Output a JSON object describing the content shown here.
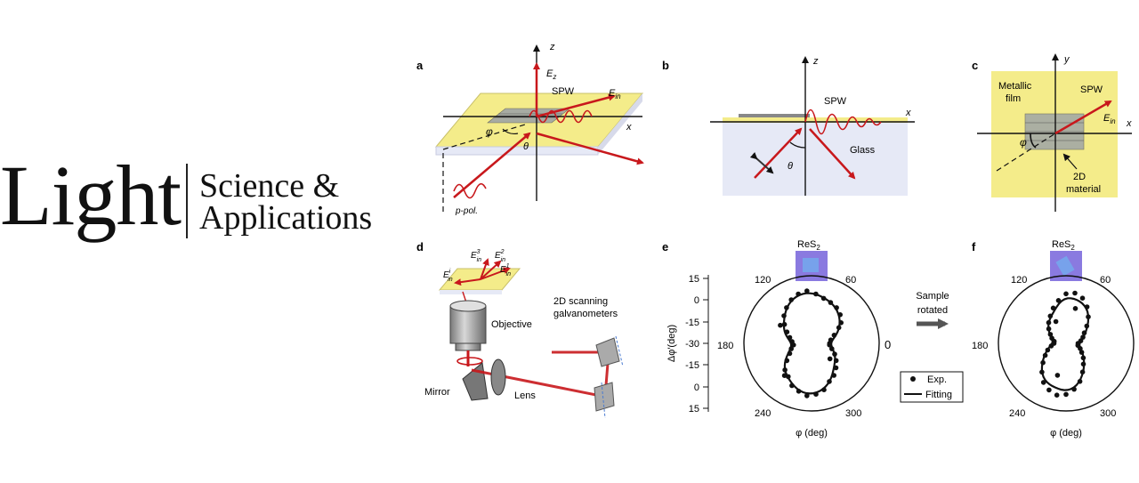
{
  "logo": {
    "word": "Light",
    "line1": "Science &",
    "line2": "Applications"
  },
  "figure": {
    "panel_labels": {
      "a": "a",
      "b": "b",
      "c": "c",
      "d": "d",
      "e": "e",
      "f": "f"
    },
    "panel_a": {
      "z": "z",
      "x": "x",
      "ez": "E",
      "ez_sub": "z",
      "spw": "SPW",
      "ein": "E",
      "ein_sub": "in",
      "phi": "φ",
      "theta": "θ",
      "ppol": "p-pol."
    },
    "panel_b": {
      "z": "z",
      "x": "x",
      "spw": "SPW",
      "glass": "Glass",
      "theta": "θ"
    },
    "panel_c": {
      "y": "y",
      "x": "x",
      "metallic1": "Metallic",
      "metallic2": "film",
      "spw": "SPW",
      "ein": "E",
      "ein_sub": "in",
      "phi": "φ",
      "mat1": "2D",
      "mat2": "material"
    },
    "panel_d": {
      "e3": "E",
      "e3_sub": "in",
      "e3_sup": "3",
      "e2": "E",
      "e2_sub": "in",
      "e2_sup": "2",
      "ei": "E",
      "ei_sub": "in",
      "ei_sup": "i",
      "e1": "E",
      "e1_sub": "in",
      "e1_sup": "1",
      "objective": "Objective",
      "galv1": "2D scanning",
      "galv2": "galvanometers",
      "mirror": "Mirror",
      "lens": "Lens"
    },
    "panel_e": {
      "sample": "ReS",
      "sample_sub": "2",
      "ylabel": "Δφ′(deg)",
      "yticks": [
        "15",
        "0",
        "-15",
        "-30",
        "-15",
        "0",
        "15"
      ],
      "angle_labels": {
        "a120": "120",
        "a60": "60",
        "a180": "180",
        "a0": "0",
        "a240": "240",
        "a300": "300"
      },
      "xlabel": "φ (deg)"
    },
    "arrow": {
      "line1": "Sample",
      "line2": "rotated"
    },
    "legend": {
      "exp": "Exp.",
      "fit": "Fitting"
    },
    "panel_f": {
      "sample": "ReS",
      "sample_sub": "2",
      "angle_labels": {
        "a120": "120",
        "a60": "60",
        "a180": "180",
        "a240": "240",
        "a300": "300"
      },
      "xlabel": "φ (deg)"
    }
  },
  "colors": {
    "gold": "#f4ec8a",
    "red": "#c8181c",
    "glass": "#e6e9f6",
    "dark": "#111111"
  },
  "chart_data": [
    {
      "type": "scatter",
      "subtype": "polar",
      "panel": "e",
      "ylabel": "Δφ′(deg)",
      "xlabel": "φ (deg)",
      "radial_ticks": [
        "15",
        "0",
        "-15",
        "-30"
      ],
      "radial_range": [
        -30,
        15
      ],
      "angular_ticks": [
        0,
        60,
        120,
        180,
        240,
        300
      ],
      "series": [
        {
          "name": "Exp.",
          "marker": "dot",
          "points": [
            [
              0,
              -18
            ],
            [
              10,
              -17
            ],
            [
              20,
              -14
            ],
            [
              30,
              -9
            ],
            [
              35,
              -6
            ],
            [
              45,
              -3
            ],
            [
              55,
              -1
            ],
            [
              65,
              0
            ],
            [
              75,
              1
            ],
            [
              85,
              3
            ],
            [
              95,
              5
            ],
            [
              105,
              4
            ],
            [
              115,
              2
            ],
            [
              125,
              -1
            ],
            [
              135,
              -4
            ],
            [
              145,
              -8
            ],
            [
              155,
              -12
            ],
            [
              165,
              -15
            ],
            [
              175,
              -17
            ],
            [
              185,
              -18
            ],
            [
              195,
              -16
            ],
            [
              205,
              -14
            ],
            [
              215,
              -10
            ],
            [
              225,
              -5
            ],
            [
              235,
              -3
            ],
            [
              245,
              1
            ],
            [
              255,
              3
            ],
            [
              265,
              5
            ],
            [
              275,
              4
            ],
            [
              285,
              2
            ],
            [
              295,
              -2
            ],
            [
              305,
              -4
            ],
            [
              315,
              -7
            ],
            [
              325,
              -10
            ],
            [
              335,
              -13
            ],
            [
              345,
              -16
            ],
            [
              355,
              -18
            ],
            [
              150,
              -6
            ],
            [
              230,
              -2
            ],
            [
              320,
              -14
            ]
          ]
        },
        {
          "name": "Fitting",
          "marker": "line"
        }
      ]
    },
    {
      "type": "scatter",
      "subtype": "polar",
      "panel": "f",
      "xlabel": "φ (deg)",
      "radial_range": [
        -30,
        15
      ],
      "angular_ticks": [
        60,
        120,
        180,
        240,
        300
      ],
      "series": [
        {
          "name": "Exp.",
          "marker": "dot",
          "points": [
            [
              0,
              -22
            ],
            [
              10,
              -20
            ],
            [
              20,
              -18
            ],
            [
              30,
              -16
            ],
            [
              40,
              -12
            ],
            [
              50,
              -7
            ],
            [
              60,
              -2
            ],
            [
              70,
              2
            ],
            [
              80,
              4
            ],
            [
              90,
              3
            ],
            [
              100,
              -1
            ],
            [
              110,
              -5
            ],
            [
              120,
              -9
            ],
            [
              130,
              -12
            ],
            [
              140,
              -15
            ],
            [
              150,
              -18
            ],
            [
              160,
              -20
            ],
            [
              170,
              -22
            ],
            [
              180,
              -22
            ],
            [
              190,
              -20
            ],
            [
              200,
              -17
            ],
            [
              210,
              -14
            ],
            [
              220,
              -10
            ],
            [
              230,
              -5
            ],
            [
              240,
              0
            ],
            [
              250,
              3
            ],
            [
              260,
              5
            ],
            [
              270,
              4
            ],
            [
              280,
              1
            ],
            [
              290,
              -3
            ],
            [
              300,
              -8
            ],
            [
              310,
              -12
            ],
            [
              320,
              -15
            ],
            [
              330,
              -18
            ],
            [
              340,
              -20
            ],
            [
              350,
              -22
            ],
            [
              75,
              -6
            ],
            [
              255,
              -8
            ],
            [
              115,
              -14
            ]
          ]
        },
        {
          "name": "Fitting",
          "marker": "line"
        }
      ]
    }
  ]
}
